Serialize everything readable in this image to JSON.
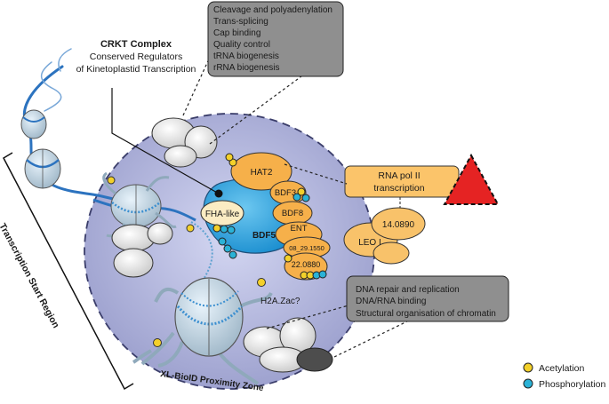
{
  "crkt": {
    "title": "CRKT Complex",
    "subtitle_line1": "Conserved Regulators",
    "subtitle_line2": "of Kinetoplastid Transcription"
  },
  "top_box": {
    "lines": [
      "Cleavage and polyadenylation",
      "Trans-splicing",
      "Cap binding",
      "Quality control",
      "tRNA biogenesis",
      "rRNA biogenesis"
    ]
  },
  "bottom_box": {
    "lines": [
      "DNA repair and replication",
      "DNA/RNA binding",
      "Structural organisation of chromatin"
    ]
  },
  "proteins": {
    "hat2": "HAT2",
    "bdf3": "BDF3",
    "bdf8": "BDF8",
    "ent": "ENT",
    "p08": "08_29.1550",
    "p22": "22.0880",
    "fha": "FHA-like",
    "bdf5": "BDF5",
    "p14": "14.0890",
    "leo": "LEO I",
    "h2a": "H2A.Zac?"
  },
  "rnapol": {
    "line1": "RNA pol II",
    "line2": "transcription"
  },
  "labels": {
    "tsr": "Transcription Start Region",
    "proximity": "XL-BioID Proximity Zone"
  },
  "legend": {
    "acetylation": "Acetylation",
    "phosphorylation": "Phosphorylation"
  },
  "colors": {
    "acetylation": "#f3d02a",
    "phosphorylation": "#2bb2d6",
    "zone": "#a9acd3",
    "bdf5": "#2f9bd7",
    "partner": "#f6b04a",
    "leo_complex": "#f8c26a",
    "rnapol_box": "#fbc46a",
    "warning": "#e52323",
    "info_box": "#8f8f8f"
  }
}
